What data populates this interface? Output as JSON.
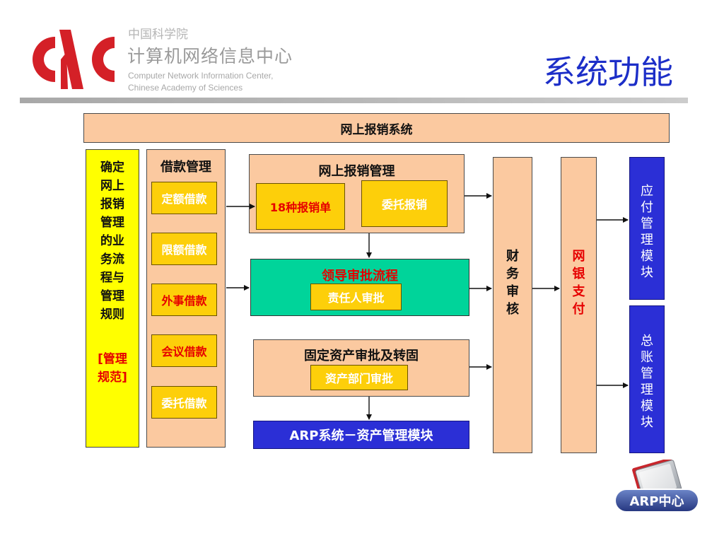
{
  "header": {
    "org_cn_line1": "中国科学院",
    "org_cn_line2": "计算机网络信息中心",
    "org_en_line1": "Computer Network Information Center,",
    "org_en_line2": "Chinese Academy of Sciences",
    "page_title": "系统功能"
  },
  "colors": {
    "title_blue": "#1c2ec8",
    "peach": "#fbc9a0",
    "gold": "#fdcf0a",
    "green": "#00d49a",
    "module_blue": "#2b2fd6",
    "highlight_red": "#e60000",
    "logo_red": "#d42027"
  },
  "diagram": {
    "system_title": "网上报销系统",
    "business_rules": {
      "lines": [
        "确定",
        "网上",
        "报销",
        "管理",
        "的业",
        "务流",
        "程与",
        "管理",
        "规则"
      ],
      "bracket_lines": [
        "[管理",
        "规范]"
      ]
    },
    "loan_management": {
      "title": "借款管理",
      "items": [
        "定额借款",
        "限额借款",
        "外事借款",
        "会议借款",
        "委托借款"
      ]
    },
    "online_reimbursement": {
      "title": "网上报销管理",
      "form_18": "18种报销单",
      "entrusted": "委托报销"
    },
    "leader_approval": {
      "title": "领导审批流程",
      "responsible": "责任人审批"
    },
    "fixed_asset": {
      "title": "固定资产审批及转固",
      "dept_approval": "资产部门审批"
    },
    "arp_asset_module": "ARP系统－资产管理模块",
    "finance_audit": [
      "财",
      "务",
      "审",
      "核"
    ],
    "online_bank_pay": [
      "网",
      "银",
      "支",
      "付"
    ],
    "payable_module": [
      "应",
      "付",
      "管",
      "理",
      "模",
      "块"
    ],
    "ledger_module": [
      "总",
      "账",
      "管",
      "理",
      "模",
      "块"
    ]
  },
  "branding": {
    "arp_center_label": "ARP中心"
  }
}
